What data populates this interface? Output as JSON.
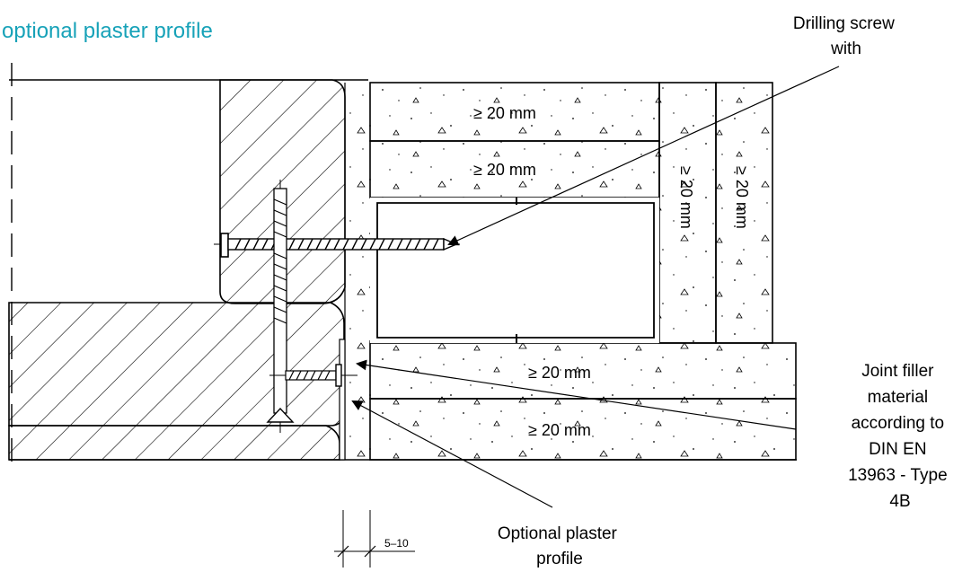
{
  "title": "optional plaster profile",
  "callouts": {
    "drilling_screw": [
      "Drilling screw",
      "with"
    ],
    "joint_filler": [
      "Joint filler",
      "material",
      "according to",
      "DIN EN",
      "13963 - Type",
      "4B"
    ],
    "plaster_profile": [
      "Optional plaster",
      "profile"
    ]
  },
  "dimensions": {
    "board_top_1": "≥ 20 mm",
    "board_top_2": "≥ 20 mm",
    "board_bottom_1": "≥ 20 mm",
    "board_bottom_2": "≥ 20 mm",
    "board_side_1": "≥ 20 mm",
    "board_side_2": "≥ 20 mm",
    "gap": "5–10"
  },
  "colors": {
    "title": "#17a2b8",
    "line": "#000000",
    "background": "#ffffff"
  }
}
